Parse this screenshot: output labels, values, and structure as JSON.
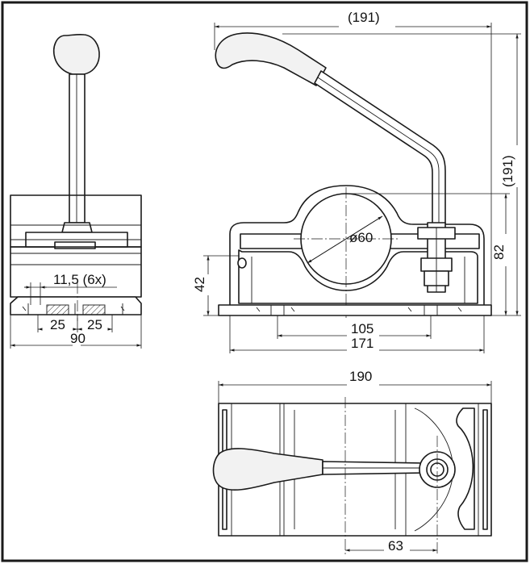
{
  "labels": {
    "side_overall_width": "(191)",
    "side_overall_height": "(191)",
    "clamp_height": "82",
    "base_height": "42",
    "bore_diameter": "ø60",
    "hole_spacing": "105",
    "base_length": "171",
    "hole_callout": "11,5 (6x)",
    "slot_left": "25",
    "slot_right": "25",
    "front_width": "90",
    "top_length": "190",
    "pivot_offset": "63"
  }
}
